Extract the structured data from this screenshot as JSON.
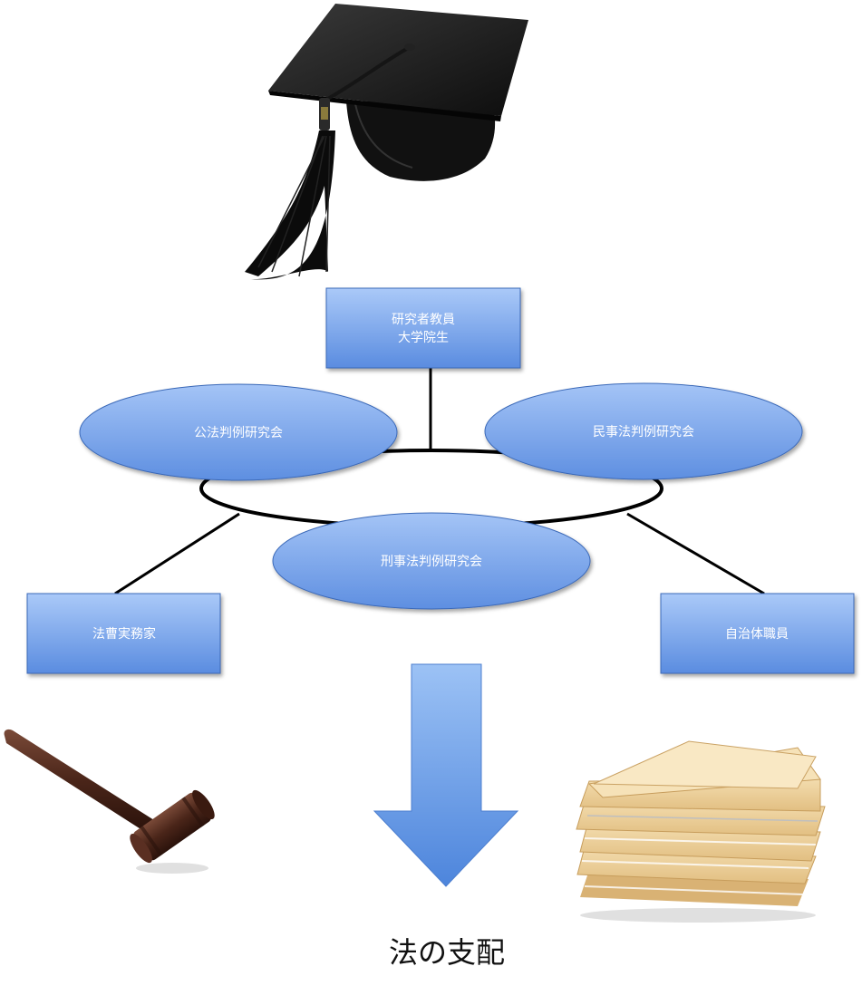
{
  "nodes": {
    "top_box": {
      "line1": "研究者教員",
      "line2": "大学院生"
    },
    "ellipse_left": {
      "label": "公法判例研究会"
    },
    "ellipse_right": {
      "label": "民事法判例研究会"
    },
    "ellipse_center": {
      "label": "刑事法判例研究会"
    },
    "box_left": {
      "label": "法曹実務家"
    },
    "box_right": {
      "label": "自治体職員"
    }
  },
  "conclusion": {
    "label": "法の支配"
  },
  "images": {
    "top": "graduation-cap",
    "bottom_left": "judge-gavel",
    "bottom_right": "stack-of-file-folders"
  },
  "colors": {
    "node_fill_top": "#a7c6f7",
    "node_fill_bottom": "#5d8ee0",
    "node_border": "#3b69b8",
    "arrow_top": "#93bcf3",
    "arrow_bottom": "#4f87dd"
  }
}
